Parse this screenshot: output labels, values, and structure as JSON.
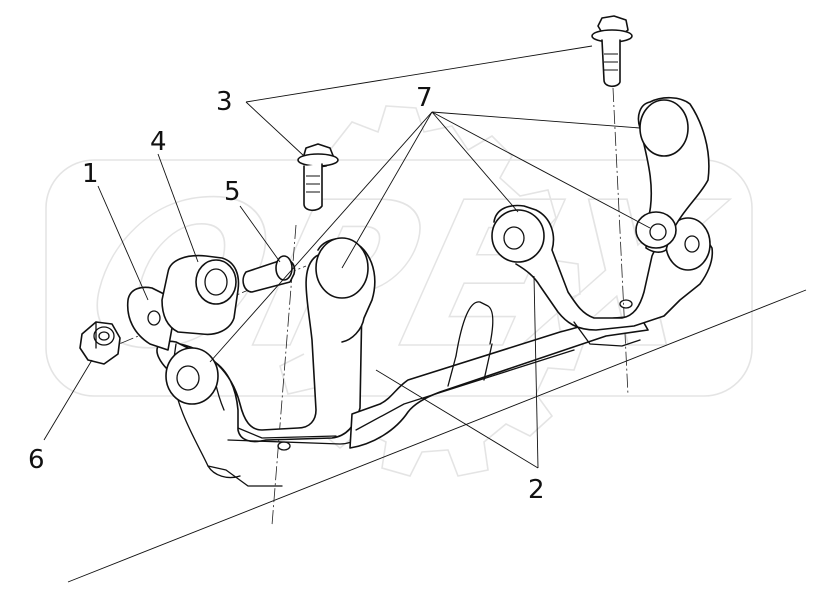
{
  "diagram": {
    "callouts": {
      "c1": "1",
      "c2": "2",
      "c3": "3",
      "c4": "4",
      "c5": "5",
      "c6": "6",
      "c7": "7"
    },
    "watermark": {
      "text": "OPEX",
      "color": "#d8d8d8"
    },
    "colors": {
      "ink": "#111111",
      "background": "#ffffff"
    }
  }
}
